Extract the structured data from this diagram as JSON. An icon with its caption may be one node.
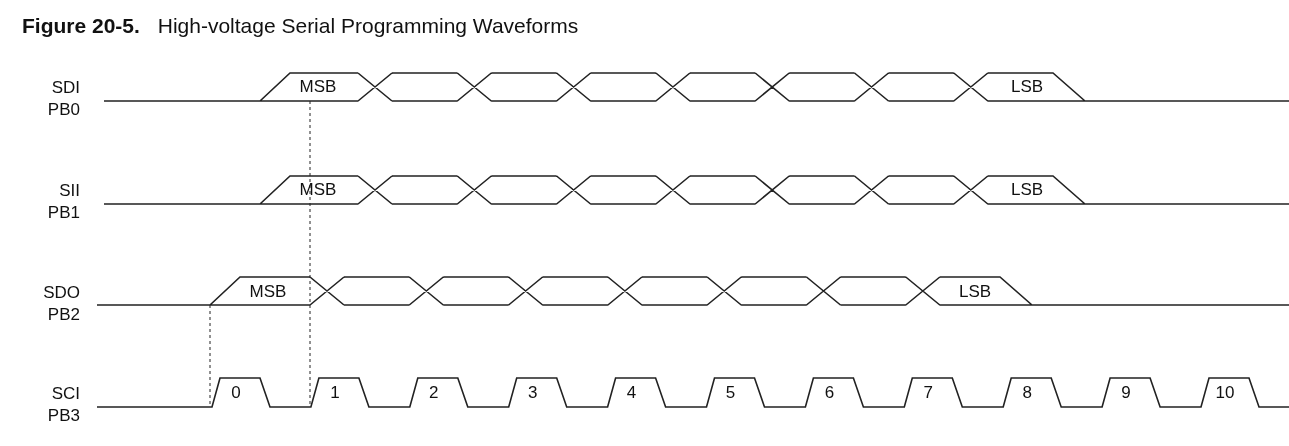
{
  "diagram": {
    "title": "**Figure 20-5.** High-voltage Serial Programming Waveforms",
    "labels": [
      "SDI PB0",
      "MSB",
      "LSB",
      "SII PB1",
      "MSB",
      "LSB",
      "SDO PB2",
      "MSB",
      "LSB",
      "SCI PB3",
      "0",
      "1",
      "2",
      "3",
      "4",
      "5",
      "6",
      "7",
      "8",
      "9",
      "10"
    ]
  }
}
